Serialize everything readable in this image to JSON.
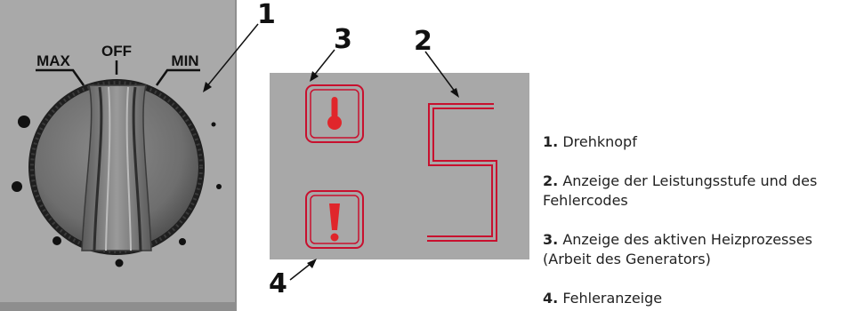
{
  "knob": {
    "label_max": "MAX",
    "label_off": "OFF",
    "label_min": "MIN"
  },
  "callouts": {
    "c1": "1",
    "c2": "2",
    "c3": "3",
    "c4": "4"
  },
  "legend": [
    {
      "num": "1.",
      "text": "Drehknopf"
    },
    {
      "num": "2.",
      "text": "Anzeige der Leistungsstufe und des Fehlercodes"
    },
    {
      "num": "3.",
      "text": "Anzeige des aktiven Heizprozesses (Arbeit des Generators)"
    },
    {
      "num": "4.",
      "text": "Fehleranzeige"
    }
  ],
  "display": {
    "digit": "5"
  },
  "colors": {
    "panel_gray": "#a8a8a8",
    "accent_red": "#c8102e",
    "indicator_red": "#e0262b",
    "knob_dark": "#2b2b2b"
  },
  "icons": {
    "temperature": "thermometer-icon",
    "error": "exclamation-icon"
  }
}
